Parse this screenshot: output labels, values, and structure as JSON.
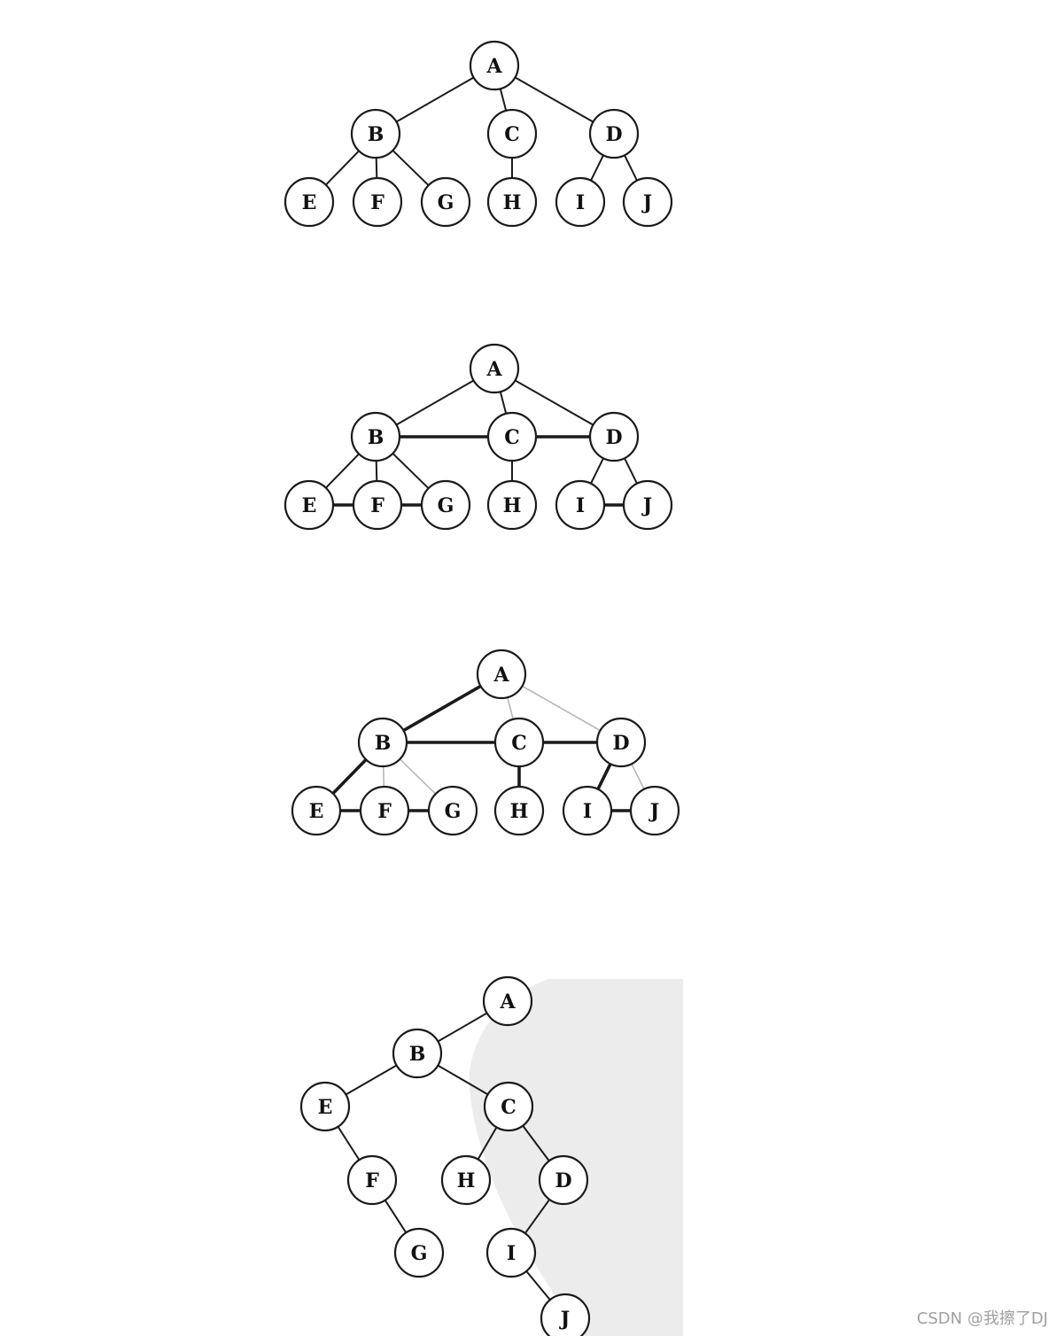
{
  "diagrams": [
    {
      "id": "tree",
      "nodes": [
        "A",
        "B",
        "C",
        "D",
        "E",
        "F",
        "G",
        "H",
        "I",
        "J"
      ],
      "edges": [
        [
          "A",
          "B"
        ],
        [
          "A",
          "C"
        ],
        [
          "A",
          "D"
        ],
        [
          "B",
          "E"
        ],
        [
          "B",
          "F"
        ],
        [
          "B",
          "G"
        ],
        [
          "C",
          "H"
        ],
        [
          "D",
          "I"
        ],
        [
          "D",
          "J"
        ]
      ]
    },
    {
      "id": "sibling-links",
      "nodes": [
        "A",
        "B",
        "C",
        "D",
        "E",
        "F",
        "G",
        "H",
        "I",
        "J"
      ],
      "edges": [
        [
          "A",
          "B"
        ],
        [
          "A",
          "C"
        ],
        [
          "A",
          "D"
        ],
        [
          "B",
          "E"
        ],
        [
          "B",
          "F"
        ],
        [
          "B",
          "G"
        ],
        [
          "C",
          "H"
        ],
        [
          "D",
          "I"
        ],
        [
          "D",
          "J"
        ]
      ],
      "sibling_edges": [
        [
          "B",
          "C"
        ],
        [
          "C",
          "D"
        ],
        [
          "E",
          "F"
        ],
        [
          "F",
          "G"
        ],
        [
          "I",
          "J"
        ]
      ]
    },
    {
      "id": "first-child-kept",
      "nodes": [
        "A",
        "B",
        "C",
        "D",
        "E",
        "F",
        "G",
        "H",
        "I",
        "J"
      ],
      "kept_edges": [
        [
          "A",
          "B"
        ],
        [
          "B",
          "C"
        ],
        [
          "C",
          "D"
        ],
        [
          "B",
          "E"
        ],
        [
          "E",
          "F"
        ],
        [
          "F",
          "G"
        ],
        [
          "C",
          "H"
        ],
        [
          "D",
          "I"
        ],
        [
          "I",
          "J"
        ]
      ],
      "removed_edges": [
        [
          "A",
          "C"
        ],
        [
          "A",
          "D"
        ],
        [
          "B",
          "F"
        ],
        [
          "B",
          "G"
        ],
        [
          "D",
          "J"
        ]
      ]
    },
    {
      "id": "binary-tree",
      "nodes": [
        "A",
        "B",
        "C",
        "D",
        "E",
        "F",
        "G",
        "H",
        "I",
        "J"
      ],
      "edges": [
        [
          "A",
          "B"
        ],
        [
          "B",
          "E"
        ],
        [
          "B",
          "C"
        ],
        [
          "E",
          "F"
        ],
        [
          "F",
          "G"
        ],
        [
          "C",
          "H"
        ],
        [
          "C",
          "D"
        ],
        [
          "D",
          "I"
        ],
        [
          "I",
          "J"
        ]
      ]
    }
  ],
  "watermark": "CSDN @我擦了DJ"
}
